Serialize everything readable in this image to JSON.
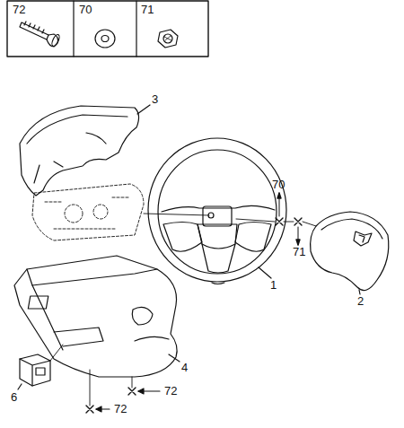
{
  "diagram": {
    "labels": [
      "72",
      "70",
      "71",
      "3",
      "70",
      "71",
      "1",
      "2",
      "4",
      "6",
      "72",
      "72"
    ]
  }
}
